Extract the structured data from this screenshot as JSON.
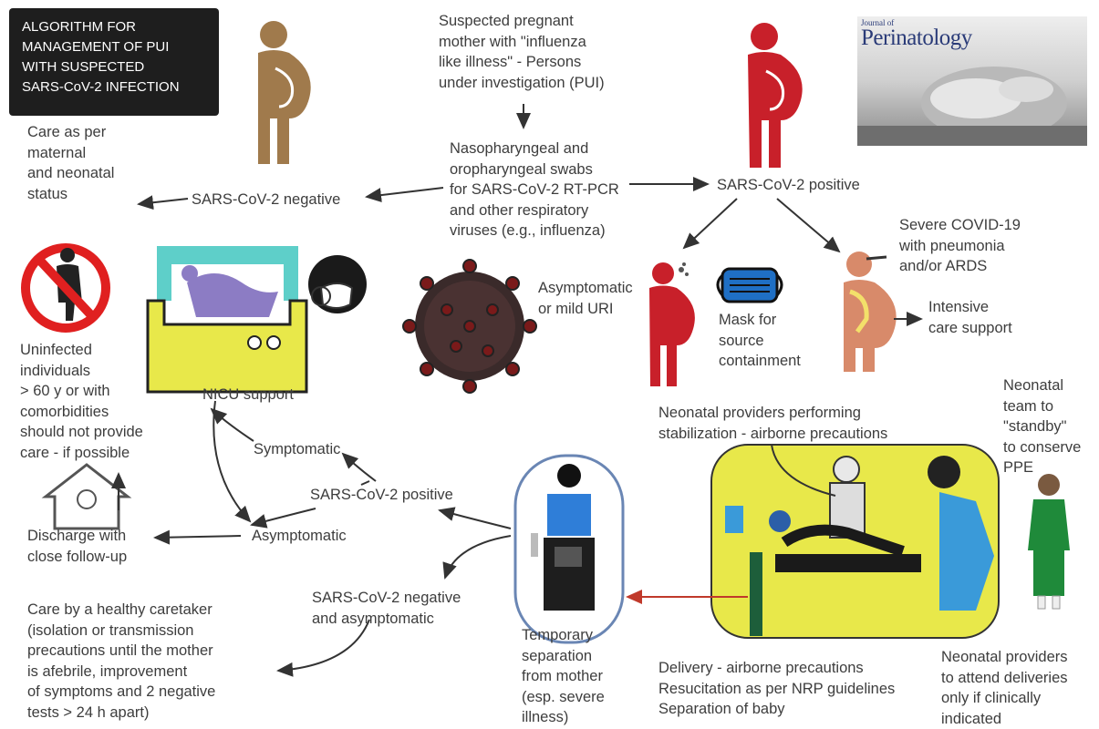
{
  "title": "ALGORITHM FOR\nMANAGEMENT  OF PUI\nWITH SUSPECTED\nSARS-CoV-2 INFECTION",
  "journal": {
    "small": "Journal of",
    "name": "Perinatology"
  },
  "nodes": {
    "suspected": "Suspected pregnant\nmother with \"influenza\nlike illness\" - Persons\nunder investigation (PUI)",
    "swabs": "Nasopharyngeal and\noropharyngeal swabs\nfor SARS-CoV-2 RT-PCR\nand other respiratory\nviruses (e.g., influenza)",
    "care_status": "Care as per\nmaternal\nand neonatal\nstatus",
    "sars_negative": "SARS-CoV-2 negative",
    "sars_positive_top": "SARS-CoV-2 positive",
    "severe": "Severe COVID-19\nwith pneumonia\nand/or ARDS",
    "intensive": "Intensive\ncare support",
    "asymptomatic_mild": "Asymptomatic\nor mild URI",
    "mask": "Mask for\nsource\ncontainment",
    "uninfected": "Uninfected\nindividuals\n> 60 y or with\ncomorbidities\nshould not provide\ncare - if possible",
    "nicu": "NICU support",
    "symptomatic": "Symptomatic",
    "sars_positive_mid": "SARS-CoV-2 positive",
    "asymptomatic": "Asymptomatic",
    "discharge": "Discharge with\nclose follow-up",
    "sars_neg_asym": "SARS-CoV-2 negative\nand asymptomatic",
    "healthy_caretaker": "Care by a healthy caretaker\n(isolation or transmission\nprecautions until the mother\nis afebrile, improvement\nof symptoms and 2 negative\ntests > 24 h apart)",
    "temp_separation": "Temporary\nseparation\nfrom mother\n(esp. severe\nillness)",
    "neonatal_providers_perf": "Neonatal providers performing\nstabilization - airborne precautions",
    "neonatal_team": "Neonatal\nteam to\n\"standby\"\nto conserve\nPPE",
    "delivery": "Delivery - airborne precautions\nResucitation as per NRP guidelines\nSeparation of baby",
    "neonatal_attend": "Neonatal providers\nto attend deliveries\nonly if clinically\nindicated"
  },
  "colors": {
    "pregnant_brown": "#a07a4c",
    "pregnant_red": "#c8202a",
    "severe_tan": "#d88a6a",
    "nicu_yellow": "#e8e84a",
    "nicu_teal": "#5ecfc9",
    "virus_dark": "#3a2a2a",
    "arrow": "#333333",
    "red_arrow": "#c0392b",
    "no_sign_red": "#e02020"
  }
}
